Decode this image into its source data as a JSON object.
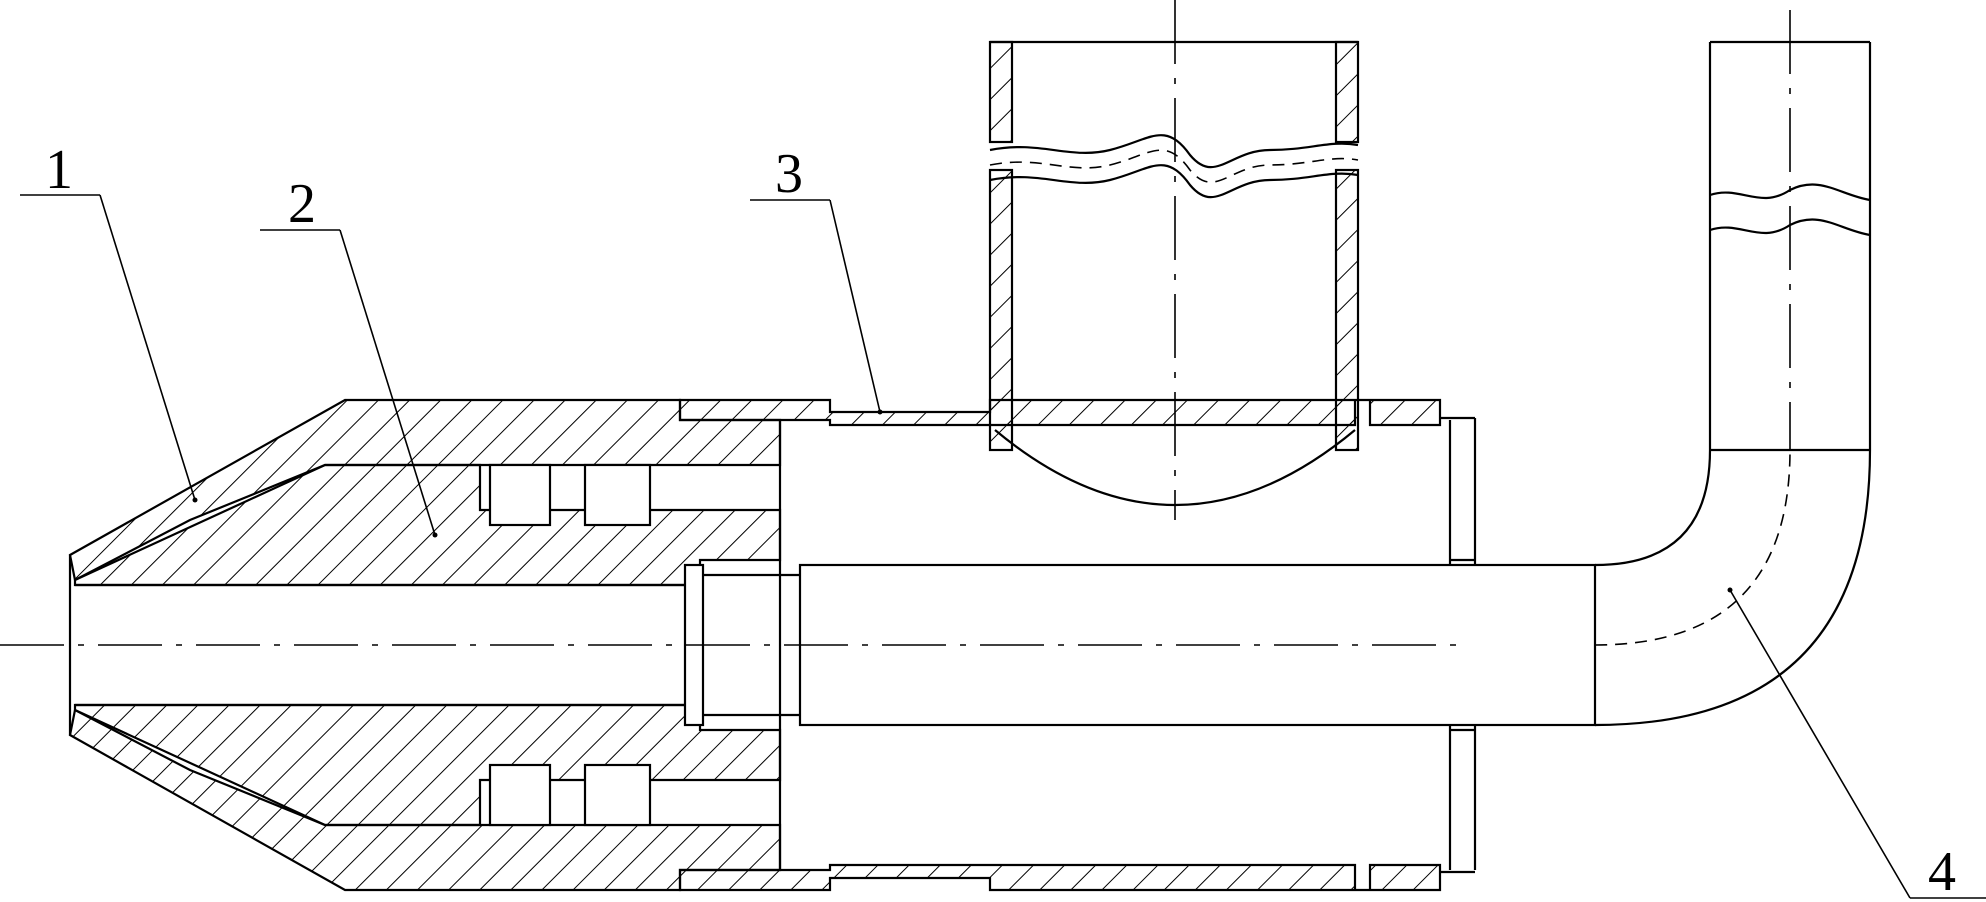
{
  "labels": {
    "part1": "1",
    "part2": "2",
    "part3": "3",
    "part4": "4"
  }
}
